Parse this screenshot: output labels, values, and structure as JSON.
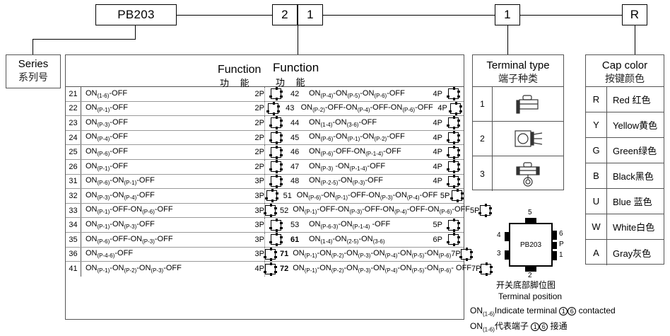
{
  "code": {
    "series": "PB203",
    "function_digit_1": "2",
    "function_digit_2": "1",
    "terminal_type": "1",
    "cap_color": "R"
  },
  "series_panel": {
    "title_en": "Series",
    "title_cn": "系列号"
  },
  "function_panel": {
    "title_en_1": "Function",
    "title_cn_1": "功 能",
    "title_en_2": "Function",
    "title_cn_2": "功 能",
    "left_rows": [
      {
        "no": "21",
        "desc": "ON(1-6)-OFF",
        "poles": "2P"
      },
      {
        "no": "22",
        "desc": "ON(P-1)-OFF",
        "poles": "2P"
      },
      {
        "no": "23",
        "desc": "ON(P-3)-OFF",
        "poles": "2P"
      },
      {
        "no": "24",
        "desc": "ON(P-4)-OFF",
        "poles": "2P"
      },
      {
        "no": "25",
        "desc": "ON(P-6)-OFF",
        "poles": "2P"
      },
      {
        "no": "26",
        "desc": "ON(P-1)-OFF",
        "poles": "2P"
      },
      {
        "no": "31",
        "desc": "ON(P-6)-ON(P-1)-OFF",
        "poles": "3P"
      },
      {
        "no": "32",
        "desc": "ON(P-3)-ON(P-4)-OFF",
        "poles": "3P"
      },
      {
        "no": "33",
        "desc": "ON(P-1)-OFF-ON(P-6)-OFF",
        "poles": "3P"
      },
      {
        "no": "34",
        "desc": "ON(P-1)-ON(P-3)-OFF",
        "poles": "3P"
      },
      {
        "no": "35",
        "desc": "ON(P-6)-OFF-ON(P-3)-OFF",
        "poles": "3P"
      },
      {
        "no": "36",
        "desc": "ON(P-4-6)-OFF",
        "poles": "3P"
      },
      {
        "no": "41",
        "desc": "ON(P-1)-ON(P-2)-ON(P-3)-OFF",
        "poles": "4P"
      }
    ],
    "right_rows": [
      {
        "no": "42",
        "desc": "ON(P-4)-ON(P-5)-ON(P-6)-OFF",
        "poles": "4P",
        "bold": false
      },
      {
        "no": "43",
        "desc": "ON(P-2)-OFF-ON(P-4)-OFF-ON(P-6)-OFF",
        "poles": "4P",
        "bold": false
      },
      {
        "no": "44",
        "desc": "ON(1-4)-ON(3-6)-OFF",
        "poles": "4P",
        "bold": false
      },
      {
        "no": "45",
        "desc": "ON(P-6)-ON(P-1)-ON(P-2)-OFF",
        "poles": "4P",
        "bold": false
      },
      {
        "no": "46",
        "desc": "ON(P-6)-OFF-ON(P-1-4)-OFF",
        "poles": "4P",
        "bold": false
      },
      {
        "no": "47",
        "desc": "ON(P-3) -ON(P-1-4)-OFF",
        "poles": "4P",
        "bold": false
      },
      {
        "no": "48",
        "desc": "ON(P-2-5)-ON(P-3)-OFF",
        "poles": "4P",
        "bold": false
      },
      {
        "no": "51",
        "desc": "ON(P-6)-ON(P-1)-OFF-ON(P-3)-ON(P-4)-OFF",
        "poles": "5P",
        "bold": false
      },
      {
        "no": "52",
        "desc": "ON(P-1)-OFF-ON(P-3)-OFF-ON(P-4)-OFF-ON(P-6)-OFF",
        "poles": "5P",
        "bold": false
      },
      {
        "no": "53",
        "desc": "ON(P-6-3)-ON(P-1-4) -OFF",
        "poles": "5P",
        "bold": false
      },
      {
        "no": "61",
        "desc": "ON(1-4)-ON(2-5)-ON(3-6)",
        "poles": "6P",
        "bold": true
      },
      {
        "no": "71",
        "desc": "ON(P-1)-ON(P-2)-ON(P-3)-ON(P-4)-ON(P-5)-ON(P-6)",
        "poles": "7P",
        "bold": true
      },
      {
        "no": "72",
        "desc": "ON(P-1)-ON(P-2)-ON(P-3)-ON(P-4)-ON(P-5)-ON(P-6)- OFF",
        "poles": "7P",
        "bold": true
      }
    ]
  },
  "terminal_panel": {
    "title_en": "Terminal type",
    "title_cn": "端子种类",
    "rows": [
      {
        "no": "1",
        "symbol": "solder-lug-terminal-icon"
      },
      {
        "no": "2",
        "symbol": "pc-pin-terminal-icon"
      },
      {
        "no": "3",
        "symbol": "screw-terminal-icon"
      }
    ]
  },
  "cap_panel": {
    "title_en": "Cap color",
    "title_cn": "按键颜色",
    "rows": [
      {
        "code": "R",
        "name": "Red 红色"
      },
      {
        "code": "Y",
        "name": "Yellow黄色"
      },
      {
        "code": "G",
        "name": "Green绿色"
      },
      {
        "code": "B",
        "name": "Black黑色"
      },
      {
        "code": "U",
        "name": "Blue 蓝色"
      },
      {
        "code": "W",
        "name": "White白色"
      },
      {
        "code": "A",
        "name": "Gray灰色"
      }
    ]
  },
  "pin_diagram": {
    "label": "PB203",
    "pin_top": "5",
    "pin_bottom": "2",
    "pin_left_upper": "4",
    "pin_left_lower": "3",
    "pin_right_upper": "6",
    "pin_right_mid": "P",
    "pin_right_lower": "1",
    "caption_cn": "开关底部脚位图",
    "caption_en": "Terminal position",
    "note_en_prefix": "ON",
    "note_en_sub": "(1-6)",
    "note_en_mid": "Indicate terminal",
    "note_en_n1": "1",
    "note_en_n2": "6",
    "note_en_suffix": "contacted",
    "note_cn_mid": "代表端子",
    "note_cn_suffix": "接通"
  },
  "colors": {
    "line": "#000000",
    "border": "#555555",
    "rule": "#9a9a9a"
  }
}
